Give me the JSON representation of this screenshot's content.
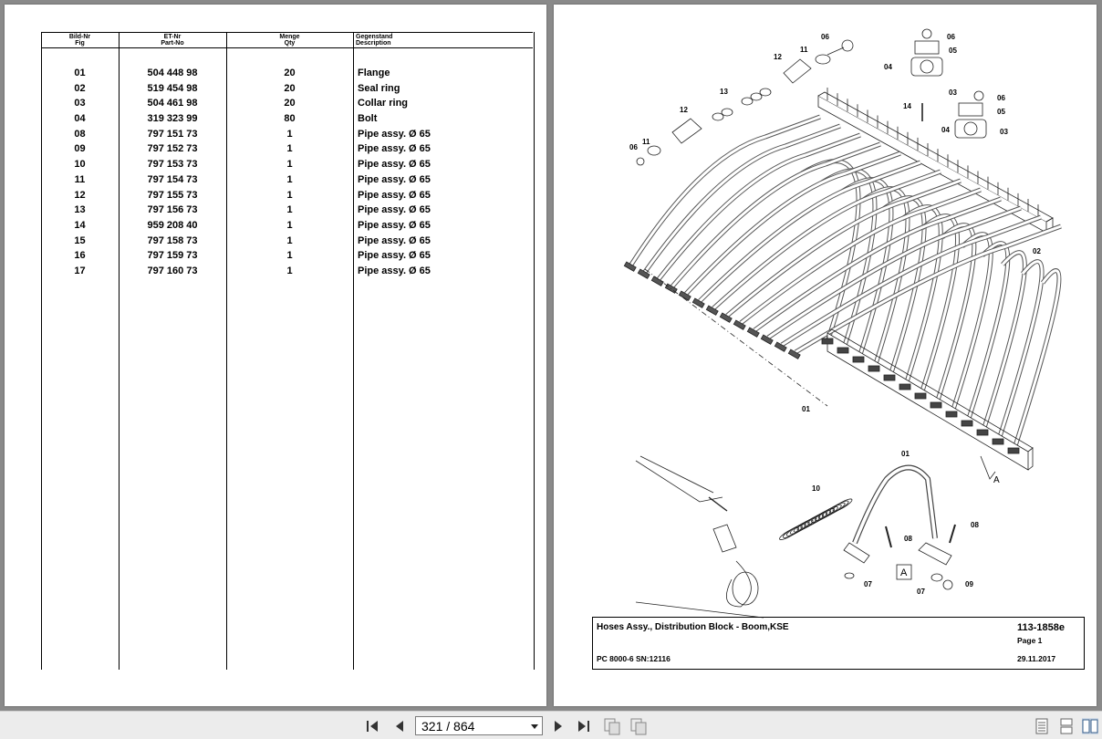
{
  "table": {
    "headers": {
      "fig": [
        "Bild-Nr",
        "Fig"
      ],
      "part": [
        "ET-Nr",
        "Part-No"
      ],
      "qty": [
        "Menge",
        "Qty"
      ],
      "desc": [
        "Gegenstand",
        "Description"
      ]
    },
    "rows": [
      {
        "fig": "01",
        "part": "504 448 98",
        "qty": "20",
        "desc": "Flange"
      },
      {
        "fig": "02",
        "part": "519 454 98",
        "qty": "20",
        "desc": "Seal ring"
      },
      {
        "fig": "03",
        "part": "504 461 98",
        "qty": "20",
        "desc": "Collar ring"
      },
      {
        "fig": "04",
        "part": "319 323 99",
        "qty": "80",
        "desc": "Bolt"
      },
      {
        "fig": "08",
        "part": "797 151 73",
        "qty": "1",
        "desc": "Pipe assy. Ø 65"
      },
      {
        "fig": "09",
        "part": "797 152 73",
        "qty": "1",
        "desc": "Pipe assy. Ø 65"
      },
      {
        "fig": "10",
        "part": "797 153 73",
        "qty": "1",
        "desc": "Pipe assy. Ø 65"
      },
      {
        "fig": "11",
        "part": "797 154 73",
        "qty": "1",
        "desc": "Pipe assy. Ø 65"
      },
      {
        "fig": "12",
        "part": "797 155 73",
        "qty": "1",
        "desc": "Pipe assy. Ø 65"
      },
      {
        "fig": "13",
        "part": "797 156 73",
        "qty": "1",
        "desc": "Pipe assy. Ø 65"
      },
      {
        "fig": "14",
        "part": "959 208 40",
        "qty": "1",
        "desc": "Pipe assy. Ø 65"
      },
      {
        "fig": "15",
        "part": "797 158 73",
        "qty": "1",
        "desc": "Pipe assy. Ø 65"
      },
      {
        "fig": "16",
        "part": "797 159 73",
        "qty": "1",
        "desc": "Pipe assy. Ø 65"
      },
      {
        "fig": "17",
        "part": "797 160 73",
        "qty": "1",
        "desc": "Pipe assy. Ø 65"
      }
    ]
  },
  "drawing": {
    "callouts": {
      "c06a": "06",
      "c05a": "05",
      "c04a": "04",
      "c11a": "11",
      "c12a": "12",
      "c13": "13",
      "c14": "14",
      "c03a": "03",
      "c06b": "06",
      "c05b": "05",
      "c04b": "04",
      "c03b": "03",
      "c12b": "12",
      "c11b": "11",
      "c06c": "06",
      "c02": "02",
      "c01a": "01",
      "c01b": "01",
      "cA1": "A",
      "c10": "10",
      "c08a": "08",
      "c08b": "08",
      "c07a": "07",
      "c07b": "07",
      "c09": "09",
      "cA2": "A"
    }
  },
  "title_block": {
    "title": "Hoses Assy., Distribution Block - Boom,KSE",
    "doc_no": "113-1858e",
    "page": "Page 1",
    "machine": "PC 8000-6 SN:12116",
    "date": "29.11.2017"
  },
  "viewer": {
    "page_indicator": "321 / 864",
    "icons": [
      "first-page-icon",
      "prev-page-icon",
      "next-page-icon",
      "last-page-icon",
      "fit-page-icon",
      "fit-width-icon",
      "single-page-view-icon",
      "continuous-view-icon",
      "two-page-view-icon"
    ]
  }
}
